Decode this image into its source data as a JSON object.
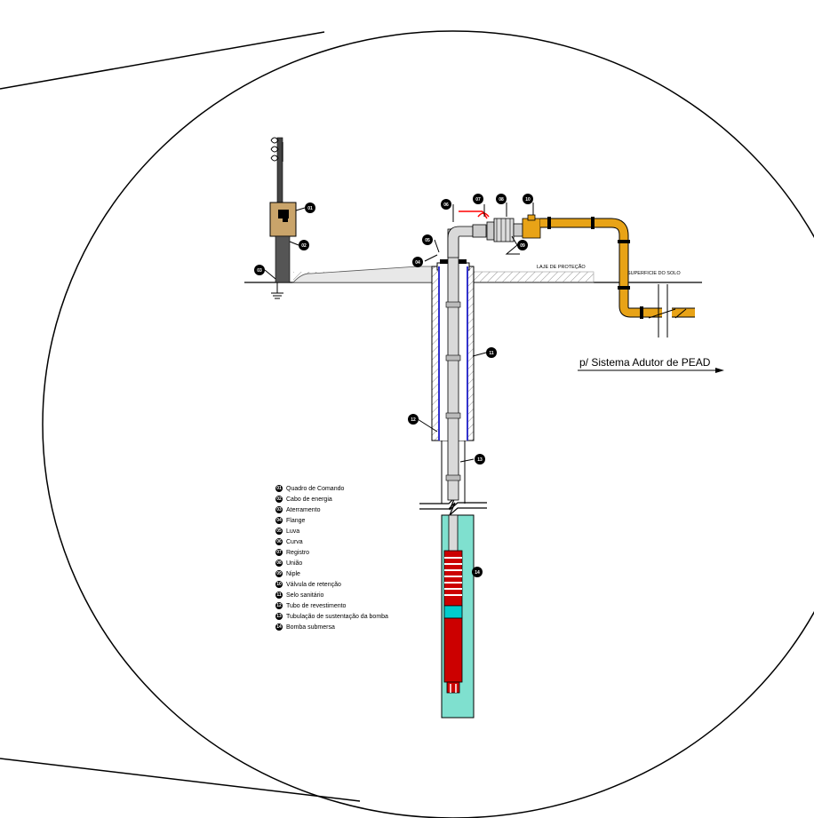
{
  "destination_label": "p/ Sistema Adutor de PEAD",
  "slab_label": "LAJE DE PROTEÇÃO",
  "soil_label": "SUPERFICIE DO SOLO",
  "legend": [
    {
      "num": "01",
      "label": "Quadro de Comando"
    },
    {
      "num": "02",
      "label": "Cabo de energia"
    },
    {
      "num": "03",
      "label": "Aterramento"
    },
    {
      "num": "04",
      "label": "Flange"
    },
    {
      "num": "05",
      "label": "Luva"
    },
    {
      "num": "06",
      "label": "Curva"
    },
    {
      "num": "07",
      "label": "Registro"
    },
    {
      "num": "08",
      "label": "União"
    },
    {
      "num": "09",
      "label": "Niple"
    },
    {
      "num": "10",
      "label": "Válvula de retenção"
    },
    {
      "num": "11",
      "label": "Selo sanitário"
    },
    {
      "num": "12",
      "label": "Tubo de revestimento"
    },
    {
      "num": "13",
      "label": "Tubulação de sustentação da bomba"
    },
    {
      "num": "14",
      "label": "Bomba submersa"
    }
  ],
  "callouts": {
    "c01": "01",
    "c02": "02",
    "c03": "03",
    "c04": "04",
    "c05": "05",
    "c06": "06",
    "c07": "07",
    "c08": "08",
    "c09": "09",
    "c10": "10",
    "c11": "11",
    "c12": "12",
    "c13": "13",
    "c14": "14"
  },
  "colors": {
    "outline": "#000000",
    "pipe_orange": "#e8a317",
    "pipe_grey": "#d9d9d9",
    "well_water": "#7fe0cf",
    "casing_blue": "#3333cc",
    "pump_red": "#cc0000",
    "pump_cyan": "#00cccc",
    "panel_tan": "#c9a46a",
    "valve_red": "#ff0000"
  }
}
